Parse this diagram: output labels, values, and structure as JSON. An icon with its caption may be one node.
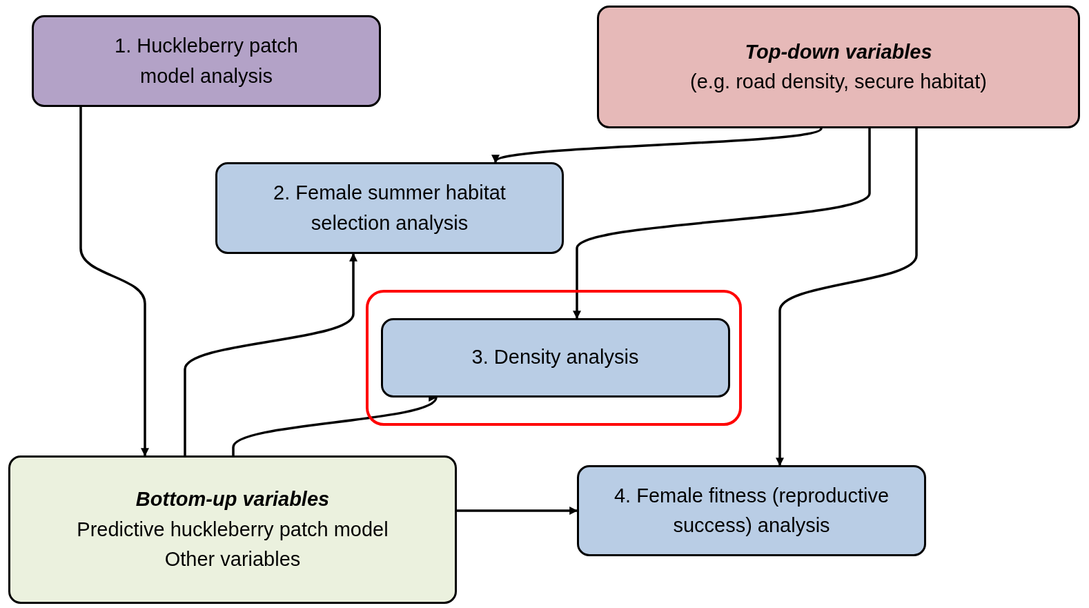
{
  "diagram": {
    "nodes": [
      {
        "text": [
          "1. Huckleberry patch model analysis"
        ]
      },
      {
        "text": [
          "Top-down variables",
          "(e.g. road density, secure habitat)"
        ]
      },
      {
        "text": [
          "2. Female summer habitat selection analysis"
        ]
      },
      {
        "text": [],
        "shape": "box"
      },
      {
        "text": [
          "3. Density analysis"
        ],
        "in": 3
      },
      {
        "text": [
          "Bottom-up variables",
          "Predictive huckleberry patch model",
          "Other variables"
        ]
      },
      {
        "text": [
          "4. Female fitness (reproductive success) analysis"
        ]
      }
    ],
    "edges": [
      {
        "from": 0,
        "to": 5,
        "arrow": "to"
      },
      {
        "from": 1,
        "to": 2,
        "arrow": "to"
      },
      {
        "from": 1,
        "to": 4,
        "arrow": "to"
      },
      {
        "from": 1,
        "to": 6,
        "arrow": "to"
      },
      {
        "from": 5,
        "to": 2,
        "arrow": "to"
      },
      {
        "from": 5,
        "to": 4,
        "arrow": "to"
      },
      {
        "from": 5,
        "to": 6,
        "arrow": "to"
      }
    ]
  }
}
